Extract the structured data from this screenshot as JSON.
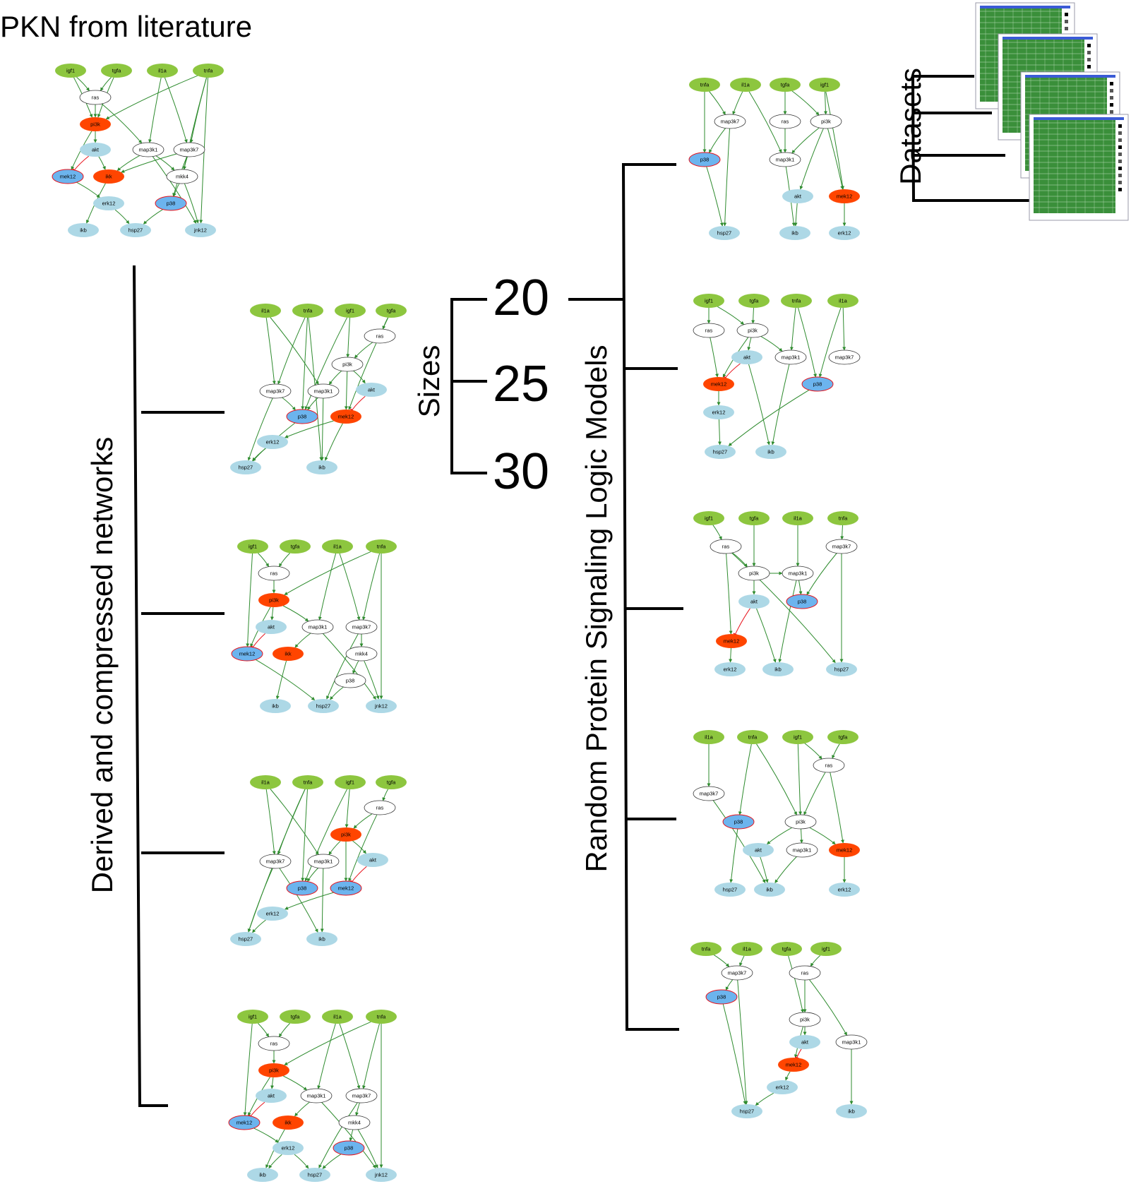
{
  "pkn_title": "PKN from literature",
  "derived_label": "Derived and compressed networks",
  "sizes_label": "Sizes",
  "sizes": [
    "20",
    "25",
    "30"
  ],
  "models_label": "Random Protein Signaling Logic Models",
  "datasets_label": "Datasets",
  "colors": {
    "stimulus": "#8dc63f",
    "inhibitor": "#ff4500",
    "measured": "#add8e6",
    "measured_inhibited": "#6cb4ee",
    "plain": "#ffffff",
    "edge": "#2e8b2e",
    "inhibit_edge": "#e8121b",
    "bracket": "#000000",
    "sheet": "#3a8f3a"
  },
  "node_kinds": {
    "igf1": "stimulus",
    "tgfa": "stimulus",
    "il1a": "stimulus",
    "tnfa": "stimulus",
    "ras": "plain",
    "map3k1": "plain",
    "map3k7": "plain",
    "mkk4": "plain",
    "akt": "measured",
    "erk12": "measured",
    "ikb": "measured",
    "hsp27": "measured",
    "jnk12": "measured"
  },
  "networks": {
    "pkn": {
      "nodes": [
        "igf1",
        "tgfa",
        "il1a",
        "tnfa",
        "ras",
        "pi3k",
        "akt",
        "map3k1",
        "map3k7",
        "mek12",
        "ikk",
        "mkk4",
        "erk12",
        "p38",
        "ikb",
        "hsp27",
        "jnk12"
      ],
      "styles": {
        "pi3k": "inhibitor",
        "ikk": "inhibitor",
        "mek12": "measured_inhibited",
        "p38": "measured_inhibited"
      },
      "edges": [
        [
          "igf1",
          "ras"
        ],
        [
          "igf1",
          "pi3k"
        ],
        [
          "tgfa",
          "ras"
        ],
        [
          "tgfa",
          "pi3k"
        ],
        [
          "tnfa",
          "pi3k"
        ],
        [
          "il1a",
          "map3k1"
        ],
        [
          "il1a",
          "map3k7"
        ],
        [
          "tnfa",
          "map3k7"
        ],
        [
          "tnfa",
          "mkk4"
        ],
        [
          "tnfa",
          "jnk12"
        ],
        [
          "ras",
          "pi3k"
        ],
        [
          "ras",
          "map3k1"
        ],
        [
          "pi3k",
          "akt"
        ],
        [
          "pi3k",
          "mek12"
        ],
        [
          "akt",
          "mek12",
          "i"
        ],
        [
          "akt",
          "ikk"
        ],
        [
          "map3k1",
          "mkk4"
        ],
        [
          "map3k1",
          "ikk"
        ],
        [
          "map3k7",
          "ikk"
        ],
        [
          "map3k7",
          "mkk4"
        ],
        [
          "map3k7",
          "p38"
        ],
        [
          "mek12",
          "erk12"
        ],
        [
          "ikk",
          "ikb"
        ],
        [
          "mkk4",
          "p38"
        ],
        [
          "mkk4",
          "jnk12"
        ],
        [
          "p38",
          "hsp27"
        ],
        [
          "erk12",
          "hsp27"
        ],
        [
          "map3k1",
          "jnk12"
        ]
      ]
    },
    "d1": {
      "nodes": [
        "il1a",
        "tnfa",
        "igf1",
        "tgfa",
        "ras",
        "pi3k",
        "map3k7",
        "map3k1",
        "akt",
        "p38",
        "mek12",
        "erk12",
        "hsp27",
        "ikb"
      ],
      "styles": {
        "mek12": "inhibitor",
        "p38": "measured_inhibited"
      },
      "edges": [
        [
          "il1a",
          "map3k7"
        ],
        [
          "il1a",
          "map3k1"
        ],
        [
          "tnfa",
          "map3k7"
        ],
        [
          "tnfa",
          "p38"
        ],
        [
          "tnfa",
          "ikb"
        ],
        [
          "igf1",
          "pi3k"
        ],
        [
          "igf1",
          "p38"
        ],
        [
          "tgfa",
          "ras"
        ],
        [
          "tgfa",
          "mek12"
        ],
        [
          "ras",
          "pi3k"
        ],
        [
          "pi3k",
          "map3k1"
        ],
        [
          "pi3k",
          "akt"
        ],
        [
          "pi3k",
          "mek12"
        ],
        [
          "akt",
          "mek12",
          "i"
        ],
        [
          "map3k7",
          "hsp27"
        ],
        [
          "map3k7",
          "p38"
        ],
        [
          "map3k1",
          "ikb"
        ],
        [
          "map3k1",
          "p38"
        ],
        [
          "mek12",
          "erk12"
        ],
        [
          "erk12",
          "hsp27"
        ],
        [
          "p38",
          "hsp27"
        ],
        [
          "mek12",
          "ikb"
        ]
      ]
    },
    "d2": {
      "nodes": [
        "igf1",
        "tgfa",
        "il1a",
        "tnfa",
        "ras",
        "pi3k",
        "akt",
        "map3k1",
        "map3k7",
        "mek12",
        "ikk",
        "mkk4",
        "p38",
        "ikb",
        "hsp27",
        "jnk12"
      ],
      "styles": {
        "pi3k": "inhibitor",
        "ikk": "inhibitor",
        "mek12": "measured_inhibited"
      },
      "edges": [
        [
          "igf1",
          "ras"
        ],
        [
          "igf1",
          "mek12"
        ],
        [
          "tgfa",
          "ras"
        ],
        [
          "il1a",
          "map3k1"
        ],
        [
          "il1a",
          "map3k7"
        ],
        [
          "tnfa",
          "pi3k"
        ],
        [
          "tnfa",
          "map3k7"
        ],
        [
          "tnfa",
          "jnk12"
        ],
        [
          "ras",
          "pi3k"
        ],
        [
          "pi3k",
          "akt"
        ],
        [
          "pi3k",
          "map3k1"
        ],
        [
          "pi3k",
          "mek12"
        ],
        [
          "akt",
          "mek12",
          "i"
        ],
        [
          "map3k1",
          "ikk"
        ],
        [
          "map3k1",
          "jnk12"
        ],
        [
          "map3k7",
          "mkk4"
        ],
        [
          "map3k7",
          "hsp27"
        ],
        [
          "mkk4",
          "p38"
        ],
        [
          "mkk4",
          "jnk12"
        ],
        [
          "ikk",
          "ikb"
        ],
        [
          "mek12",
          "hsp27"
        ],
        [
          "p38",
          "hsp27"
        ]
      ]
    },
    "d3": {
      "nodes": [
        "il1a",
        "tnfa",
        "igf1",
        "tgfa",
        "ras",
        "pi3k",
        "map3k7",
        "map3k1",
        "akt",
        "p38",
        "mek12",
        "erk12",
        "hsp27",
        "ikb"
      ],
      "styles": {
        "pi3k": "inhibitor",
        "p38": "measured_inhibited",
        "mek12": "measured_inhibited"
      },
      "edges": [
        [
          "il1a",
          "map3k7"
        ],
        [
          "il1a",
          "map3k1"
        ],
        [
          "tnfa",
          "map3k7"
        ],
        [
          "tnfa",
          "p38"
        ],
        [
          "tnfa",
          "hsp27"
        ],
        [
          "igf1",
          "pi3k"
        ],
        [
          "igf1",
          "p38"
        ],
        [
          "tgfa",
          "ras"
        ],
        [
          "ras",
          "pi3k"
        ],
        [
          "ras",
          "mek12"
        ],
        [
          "pi3k",
          "map3k1"
        ],
        [
          "pi3k",
          "akt"
        ],
        [
          "pi3k",
          "mek12"
        ],
        [
          "akt",
          "mek12",
          "i"
        ],
        [
          "map3k7",
          "hsp27"
        ],
        [
          "map3k1",
          "ikb"
        ],
        [
          "map3k1",
          "p38"
        ],
        [
          "mek12",
          "erk12"
        ],
        [
          "erk12",
          "hsp27"
        ],
        [
          "map3k7",
          "ikb"
        ]
      ]
    },
    "d4": {
      "nodes": [
        "igf1",
        "tgfa",
        "il1a",
        "tnfa",
        "ras",
        "pi3k",
        "akt",
        "map3k1",
        "map3k7",
        "mek12",
        "ikk",
        "mkk4",
        "erk12",
        "p38",
        "ikb",
        "hsp27",
        "jnk12"
      ],
      "styles": {
        "pi3k": "inhibitor",
        "ikk": "inhibitor",
        "mek12": "measured_inhibited",
        "p38": "measured_inhibited"
      },
      "edges": [
        [
          "igf1",
          "ras"
        ],
        [
          "igf1",
          "mek12"
        ],
        [
          "tgfa",
          "ras"
        ],
        [
          "il1a",
          "map3k1"
        ],
        [
          "il1a",
          "map3k7"
        ],
        [
          "tnfa",
          "pi3k"
        ],
        [
          "tnfa",
          "map3k7"
        ],
        [
          "tnfa",
          "jnk12"
        ],
        [
          "ras",
          "pi3k"
        ],
        [
          "pi3k",
          "akt"
        ],
        [
          "pi3k",
          "map3k1"
        ],
        [
          "pi3k",
          "mek12"
        ],
        [
          "akt",
          "mek12",
          "i"
        ],
        [
          "map3k1",
          "ikk"
        ],
        [
          "map3k1",
          "jnk12"
        ],
        [
          "map3k7",
          "mkk4"
        ],
        [
          "map3k7",
          "hsp27"
        ],
        [
          "mkk4",
          "p38"
        ],
        [
          "mkk4",
          "jnk12"
        ],
        [
          "ikk",
          "ikb"
        ],
        [
          "mek12",
          "erk12"
        ],
        [
          "erk12",
          "hsp27"
        ],
        [
          "erk12",
          "ikb"
        ],
        [
          "p38",
          "hsp27"
        ]
      ]
    },
    "r1": {
      "nodes": [
        "tnfa",
        "il1a",
        "tgfa",
        "igf1",
        "map3k7",
        "ras",
        "pi3k",
        "p38",
        "map3k1",
        "akt",
        "mek12",
        "hsp27",
        "ikb",
        "erk12"
      ],
      "styles": {
        "mek12": "inhibitor",
        "p38": "measured_inhibited"
      },
      "edges": [
        [
          "tnfa",
          "map3k7"
        ],
        [
          "tnfa",
          "p38"
        ],
        [
          "il1a",
          "map3k7"
        ],
        [
          "il1a",
          "map3k1"
        ],
        [
          "tgfa",
          "ras"
        ],
        [
          "tgfa",
          "pi3k"
        ],
        [
          "igf1",
          "pi3k"
        ],
        [
          "igf1",
          "mek12"
        ],
        [
          "map3k7",
          "p38"
        ],
        [
          "map3k7",
          "hsp27"
        ],
        [
          "p38",
          "hsp27"
        ],
        [
          "ras",
          "map3k1"
        ],
        [
          "pi3k",
          "map3k1"
        ],
        [
          "pi3k",
          "akt"
        ],
        [
          "pi3k",
          "mek12"
        ],
        [
          "map3k1",
          "ikb"
        ],
        [
          "akt",
          "ikb"
        ],
        [
          "mek12",
          "erk12"
        ]
      ]
    },
    "r2": {
      "nodes": [
        "igf1",
        "tgfa",
        "tnfa",
        "il1a",
        "ras",
        "pi3k",
        "akt",
        "map3k1",
        "map3k7",
        "mek12",
        "p38",
        "erk12",
        "hsp27",
        "ikb"
      ],
      "styles": {
        "mek12": "inhibitor",
        "p38": "measured_inhibited"
      },
      "edges": [
        [
          "igf1",
          "ras"
        ],
        [
          "igf1",
          "pi3k"
        ],
        [
          "tgfa",
          "pi3k"
        ],
        [
          "tnfa",
          "map3k1"
        ],
        [
          "tnfa",
          "p38"
        ],
        [
          "il1a",
          "map3k7"
        ],
        [
          "il1a",
          "p38"
        ],
        [
          "ras",
          "mek12"
        ],
        [
          "pi3k",
          "akt"
        ],
        [
          "pi3k",
          "mek12"
        ],
        [
          "pi3k",
          "map3k1"
        ],
        [
          "akt",
          "mek12",
          "i"
        ],
        [
          "akt",
          "ikb"
        ],
        [
          "mek12",
          "erk12"
        ],
        [
          "erk12",
          "hsp27"
        ],
        [
          "p38",
          "hsp27"
        ],
        [
          "map3k1",
          "ikb"
        ]
      ]
    },
    "r3": {
      "nodes": [
        "igf1",
        "tgfa",
        "il1a",
        "tnfa",
        "ras",
        "pi3k",
        "map3k1",
        "map3k7",
        "akt",
        "p38",
        "mek12",
        "erk12",
        "ikb",
        "hsp27"
      ],
      "styles": {
        "mek12": "inhibitor",
        "p38": "measured_inhibited"
      },
      "edges": [
        [
          "igf1",
          "ras"
        ],
        [
          "tgfa",
          "pi3k"
        ],
        [
          "il1a",
          "map3k1"
        ],
        [
          "tnfa",
          "map3k7"
        ],
        [
          "ras",
          "pi3k"
        ],
        [
          "ras",
          "mek12"
        ],
        [
          "ras",
          "hsp27"
        ],
        [
          "pi3k",
          "map3k1"
        ],
        [
          "pi3k",
          "akt"
        ],
        [
          "akt",
          "mek12",
          "i"
        ],
        [
          "map3k1",
          "p38"
        ],
        [
          "map3k1",
          "ikb"
        ],
        [
          "map3k7",
          "hsp27"
        ],
        [
          "map3k7",
          "p38"
        ],
        [
          "mek12",
          "erk12"
        ],
        [
          "akt",
          "ikb"
        ]
      ]
    },
    "r4": {
      "nodes": [
        "il1a",
        "tnfa",
        "igf1",
        "tgfa",
        "ras",
        "map3k7",
        "p38",
        "pi3k",
        "akt",
        "map3k1",
        "mek12",
        "hsp27",
        "ikb",
        "erk12"
      ],
      "styles": {
        "mek12": "inhibitor",
        "p38": "measured_inhibited"
      },
      "edges": [
        [
          "il1a",
          "map3k7"
        ],
        [
          "tnfa",
          "p38"
        ],
        [
          "tnfa",
          "pi3k"
        ],
        [
          "igf1",
          "pi3k"
        ],
        [
          "igf1",
          "ras"
        ],
        [
          "tgfa",
          "ras"
        ],
        [
          "ras",
          "pi3k"
        ],
        [
          "ras",
          "mek12"
        ],
        [
          "map3k7",
          "ikb"
        ],
        [
          "p38",
          "hsp27"
        ],
        [
          "pi3k",
          "akt"
        ],
        [
          "pi3k",
          "map3k1"
        ],
        [
          "pi3k",
          "mek12"
        ],
        [
          "akt",
          "ikb"
        ],
        [
          "map3k1",
          "ikb"
        ],
        [
          "mek12",
          "erk12"
        ]
      ]
    },
    "r5": {
      "nodes": [
        "tnfa",
        "il1a",
        "tgfa",
        "igf1",
        "map3k7",
        "ras",
        "p38",
        "pi3k",
        "akt",
        "map3k1",
        "mek12",
        "erk12",
        "hsp27",
        "ikb"
      ],
      "styles": {
        "mek12": "inhibitor",
        "p38": "measured_inhibited"
      },
      "edges": [
        [
          "tnfa",
          "map3k7"
        ],
        [
          "il1a",
          "map3k7"
        ],
        [
          "tgfa",
          "pi3k"
        ],
        [
          "igf1",
          "ras"
        ],
        [
          "map3k7",
          "p38"
        ],
        [
          "map3k7",
          "hsp27"
        ],
        [
          "ras",
          "pi3k"
        ],
        [
          "ras",
          "map3k1"
        ],
        [
          "p38",
          "hsp27"
        ],
        [
          "pi3k",
          "akt"
        ],
        [
          "pi3k",
          "mek12"
        ],
        [
          "akt",
          "mek12",
          "i"
        ],
        [
          "mek12",
          "erk12"
        ],
        [
          "erk12",
          "hsp27"
        ],
        [
          "map3k1",
          "ikb"
        ]
      ]
    }
  }
}
